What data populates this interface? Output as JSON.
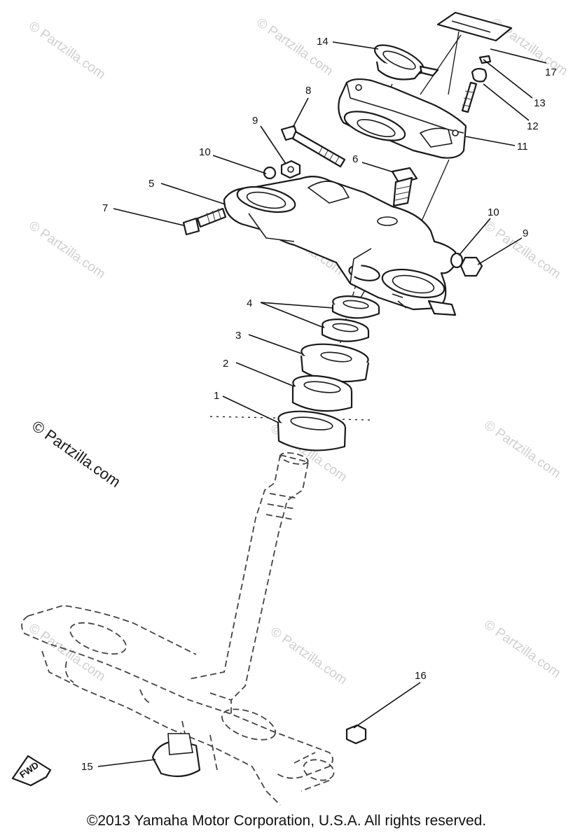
{
  "diagram": {
    "callouts": {
      "c1": "1",
      "c2": "2",
      "c3": "3",
      "c4": "4",
      "c5": "5",
      "c6": "6",
      "c7": "7",
      "c8": "8",
      "c9a": "9",
      "c9b": "9",
      "c10a": "10",
      "c10b": "10",
      "c11": "11",
      "c12": "12",
      "c13": "13",
      "c14": "14",
      "c15": "15",
      "c16": "16",
      "c17": "17"
    },
    "fwd_label": "FWD"
  },
  "watermark": {
    "text": "© Partzilla.com"
  },
  "footer": {
    "copyright": "©2013 Yamaha Motor Corporation, U.S.A. All rights reserved."
  }
}
